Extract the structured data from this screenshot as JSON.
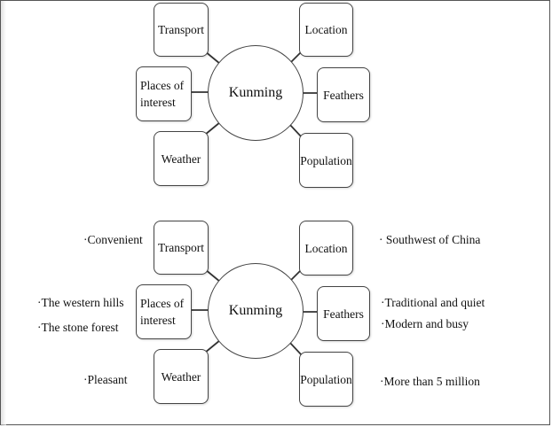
{
  "diagrams": [
    {
      "center": "Kunming",
      "nodes": {
        "transport": "Transport",
        "location": "Location",
        "places_line1": "Places of",
        "places_line2": "interest",
        "features": "Feathers",
        "weather": "Weather",
        "population": "Population"
      }
    },
    {
      "center": "Kunming",
      "nodes": {
        "transport": "Transport",
        "location": "Location",
        "places_line1": "Places of",
        "places_line2": "interest",
        "features": "Feathers",
        "weather": "Weather",
        "population": "Population"
      },
      "notes": {
        "transport": "·Convenient",
        "location": "· Southwest of China",
        "places_1": "·The western hills",
        "places_2": "·The stone forest",
        "features_1": "·Traditional and quiet",
        "features_2": "·Modern and busy",
        "weather": "·Pleasant",
        "population": "·More than 5 million"
      }
    }
  ]
}
